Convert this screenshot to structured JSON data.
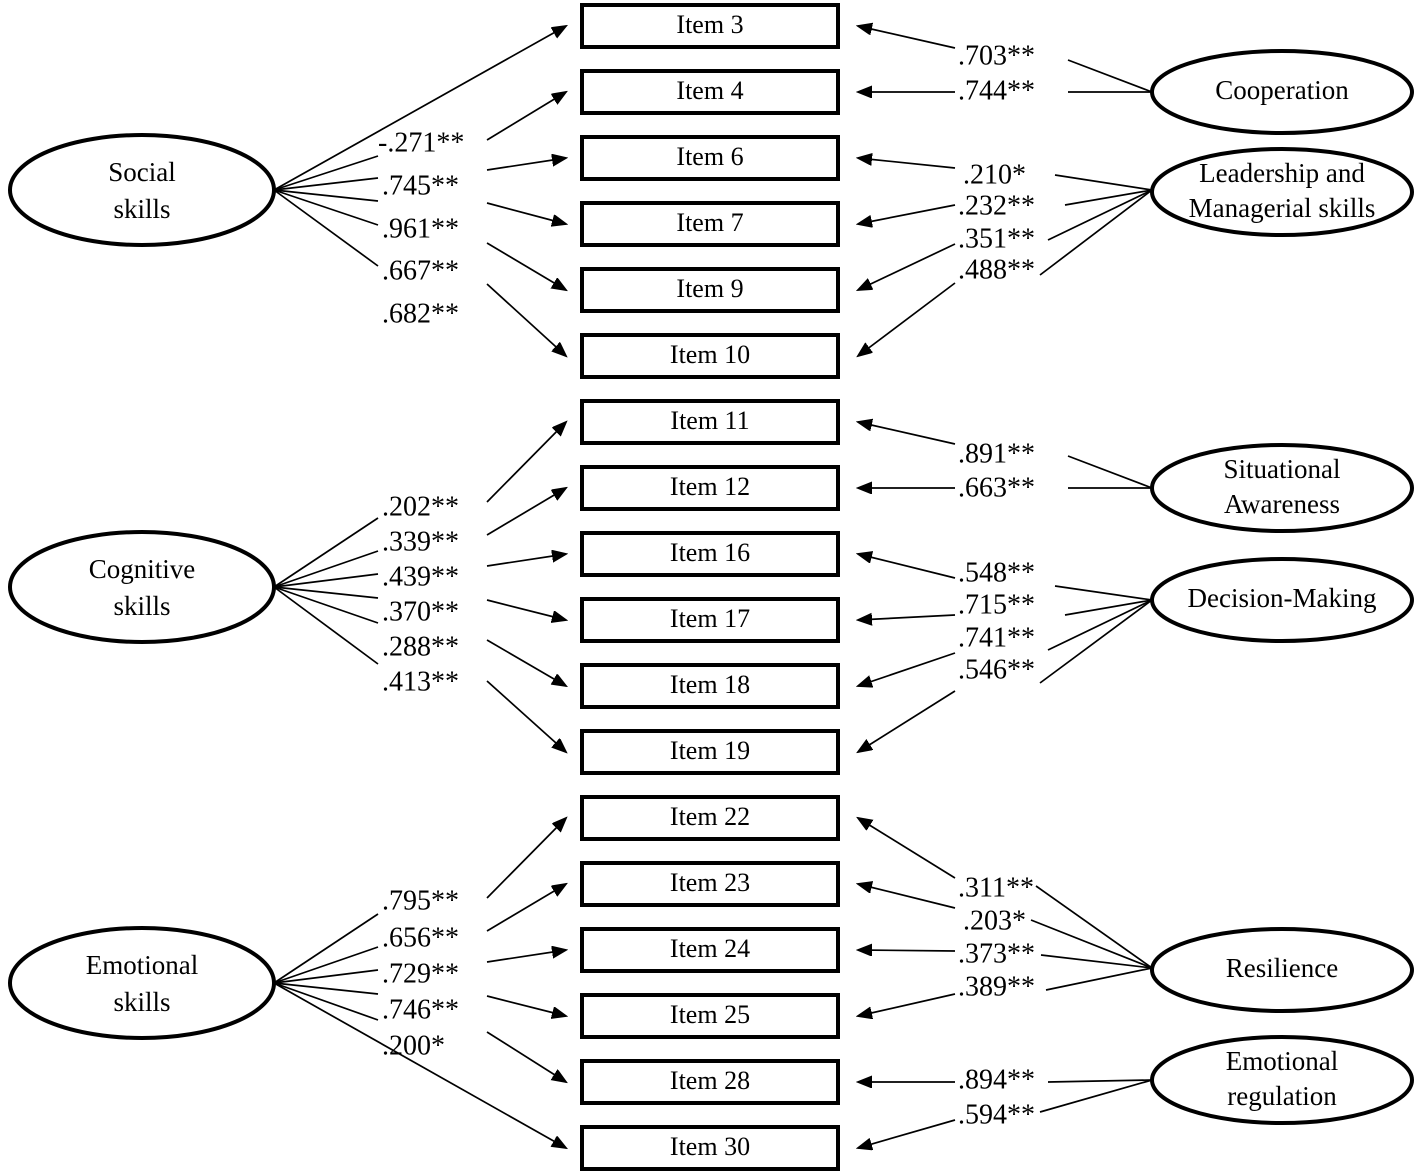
{
  "figure": {
    "type": "sem-path-diagram",
    "significance_note_symbols": [
      "*",
      "**"
    ],
    "latent_factors_left": [
      {
        "id": "social",
        "label": "Social\nskills",
        "line1": "Social",
        "line2": "skills"
      },
      {
        "id": "cognitive",
        "label": "Cognitive\nskills",
        "line1": "Cognitive",
        "line2": "skills"
      },
      {
        "id": "emotional",
        "label": "Emotional\nskills",
        "line1": "Emotional",
        "line2": "skills"
      }
    ],
    "latent_factors_right": [
      {
        "id": "cooperation",
        "line1": "Cooperation",
        "line2": ""
      },
      {
        "id": "leadership",
        "line1": "Leadership and",
        "line2": "Managerial skills"
      },
      {
        "id": "situational",
        "line1": "Situational",
        "line2": "Awareness"
      },
      {
        "id": "decision",
        "line1": "Decision-Making",
        "line2": ""
      },
      {
        "id": "resilience",
        "line1": "Resilience",
        "line2": ""
      },
      {
        "id": "emoreg",
        "line1": "Emotional",
        "line2": "regulation"
      }
    ],
    "indicators": [
      {
        "id": "i3",
        "label": "Item 3"
      },
      {
        "id": "i4",
        "label": "Item 4"
      },
      {
        "id": "i6",
        "label": "Item 6"
      },
      {
        "id": "i7",
        "label": "Item 7"
      },
      {
        "id": "i9",
        "label": "Item 9"
      },
      {
        "id": "i10",
        "label": "Item 10"
      },
      {
        "id": "i11",
        "label": "Item 11"
      },
      {
        "id": "i12",
        "label": "Item 12"
      },
      {
        "id": "i16",
        "label": "Item 16"
      },
      {
        "id": "i17",
        "label": "Item 17"
      },
      {
        "id": "i18",
        "label": "Item 18"
      },
      {
        "id": "i19",
        "label": "Item 19"
      },
      {
        "id": "i22",
        "label": "Item 22"
      },
      {
        "id": "i23",
        "label": "Item 23"
      },
      {
        "id": "i24",
        "label": "Item 24"
      },
      {
        "id": "i25",
        "label": "Item 25"
      },
      {
        "id": "i28",
        "label": "Item 28"
      },
      {
        "id": "i30",
        "label": "Item 30"
      }
    ],
    "left_coefficients": {
      "social": [
        "-.271**",
        ".745**",
        ".961**",
        ".667**",
        ".682**"
      ],
      "cognitive": [
        ".202**",
        ".339**",
        ".439**",
        ".370**",
        ".288**",
        ".413**"
      ],
      "emotional": [
        ".795**",
        ".656**",
        ".729**",
        ".746**",
        ".200*"
      ]
    },
    "right_coefficients": {
      "cooperation": [
        ".703**",
        ".744**"
      ],
      "leadership": [
        ".210*",
        ".232**",
        ".351**",
        ".488**"
      ],
      "situational": [
        ".891**",
        ".663**"
      ],
      "decision": [
        ".548**",
        ".715**",
        ".741**",
        ".546**"
      ],
      "resilience": [
        ".311**",
        ".203*",
        ".373**",
        ".389**"
      ],
      "emoreg": [
        ".894**",
        ".594**"
      ]
    }
  },
  "chart_data": {
    "type": "diagram",
    "title": "",
    "paths": [
      {
        "from": "Social skills",
        "to": "Item 4",
        "estimate": -0.271,
        "label": "-.271**",
        "sig": "**"
      },
      {
        "from": "Social skills",
        "to": "Item 6",
        "estimate": 0.745,
        "label": ".745**",
        "sig": "**"
      },
      {
        "from": "Social skills",
        "to": "Item 7",
        "estimate": 0.961,
        "label": ".961**",
        "sig": "**"
      },
      {
        "from": "Social skills",
        "to": "Item 9",
        "estimate": 0.667,
        "label": ".667**",
        "sig": "**"
      },
      {
        "from": "Social skills",
        "to": "Item 10",
        "estimate": 0.682,
        "label": ".682**",
        "sig": "**"
      },
      {
        "from": "Cognitive skills",
        "to": "Item 11",
        "estimate": 0.202,
        "label": ".202**",
        "sig": "**"
      },
      {
        "from": "Cognitive skills",
        "to": "Item 12",
        "estimate": 0.339,
        "label": ".339**",
        "sig": "**"
      },
      {
        "from": "Cognitive skills",
        "to": "Item 16",
        "estimate": 0.439,
        "label": ".439**",
        "sig": "**"
      },
      {
        "from": "Cognitive skills",
        "to": "Item 17",
        "estimate": 0.37,
        "label": ".370**",
        "sig": "**"
      },
      {
        "from": "Cognitive skills",
        "to": "Item 18",
        "estimate": 0.288,
        "label": ".288**",
        "sig": "**"
      },
      {
        "from": "Cognitive skills",
        "to": "Item 19",
        "estimate": 0.413,
        "label": ".413**",
        "sig": "**"
      },
      {
        "from": "Emotional skills",
        "to": "Item 22",
        "estimate": 0.795,
        "label": ".795**",
        "sig": "**"
      },
      {
        "from": "Emotional skills",
        "to": "Item 23",
        "estimate": 0.656,
        "label": ".656**",
        "sig": "**"
      },
      {
        "from": "Emotional skills",
        "to": "Item 24",
        "estimate": 0.729,
        "label": ".729**",
        "sig": "**"
      },
      {
        "from": "Emotional skills",
        "to": "Item 25",
        "estimate": 0.746,
        "label": ".746**",
        "sig": "**"
      },
      {
        "from": "Emotional skills",
        "to": "Item 28",
        "estimate": 0.2,
        "label": ".200*",
        "sig": "*"
      },
      {
        "from": "Cooperation",
        "to": "Item 3",
        "estimate": 0.703,
        "label": ".703**",
        "sig": "**"
      },
      {
        "from": "Cooperation",
        "to": "Item 4",
        "estimate": 0.744,
        "label": ".744**",
        "sig": "**"
      },
      {
        "from": "Leadership and Managerial skills",
        "to": "Item 6",
        "estimate": 0.21,
        "label": ".210*",
        "sig": "*"
      },
      {
        "from": "Leadership and Managerial skills",
        "to": "Item 7",
        "estimate": 0.232,
        "label": ".232**",
        "sig": "**"
      },
      {
        "from": "Leadership and Managerial skills",
        "to": "Item 9",
        "estimate": 0.351,
        "label": ".351**",
        "sig": "**"
      },
      {
        "from": "Leadership and Managerial skills",
        "to": "Item 10",
        "estimate": 0.488,
        "label": ".488**",
        "sig": "**"
      },
      {
        "from": "Situational Awareness",
        "to": "Item 11",
        "estimate": 0.891,
        "label": ".891**",
        "sig": "**"
      },
      {
        "from": "Situational Awareness",
        "to": "Item 12",
        "estimate": 0.663,
        "label": ".663**",
        "sig": "**"
      },
      {
        "from": "Decision-Making",
        "to": "Item 16",
        "estimate": 0.548,
        "label": ".548**",
        "sig": "**"
      },
      {
        "from": "Decision-Making",
        "to": "Item 17",
        "estimate": 0.715,
        "label": ".715**",
        "sig": "**"
      },
      {
        "from": "Decision-Making",
        "to": "Item 18",
        "estimate": 0.741,
        "label": ".741**",
        "sig": "**"
      },
      {
        "from": "Decision-Making",
        "to": "Item 19",
        "estimate": 0.546,
        "label": ".546**",
        "sig": "**"
      },
      {
        "from": "Resilience",
        "to": "Item 22",
        "estimate": 0.311,
        "label": ".311**",
        "sig": "**"
      },
      {
        "from": "Resilience",
        "to": "Item 23",
        "estimate": 0.203,
        "label": ".203*",
        "sig": "*"
      },
      {
        "from": "Resilience",
        "to": "Item 24",
        "estimate": 0.373,
        "label": ".373**",
        "sig": "**"
      },
      {
        "from": "Resilience",
        "to": "Item 25",
        "estimate": 0.389,
        "label": ".389**",
        "sig": "**"
      },
      {
        "from": "Emotional regulation",
        "to": "Item 28",
        "estimate": 0.894,
        "label": ".894**",
        "sig": "**"
      },
      {
        "from": "Emotional regulation",
        "to": "Item 30",
        "estimate": 0.594,
        "label": ".594**",
        "sig": "**"
      }
    ]
  }
}
